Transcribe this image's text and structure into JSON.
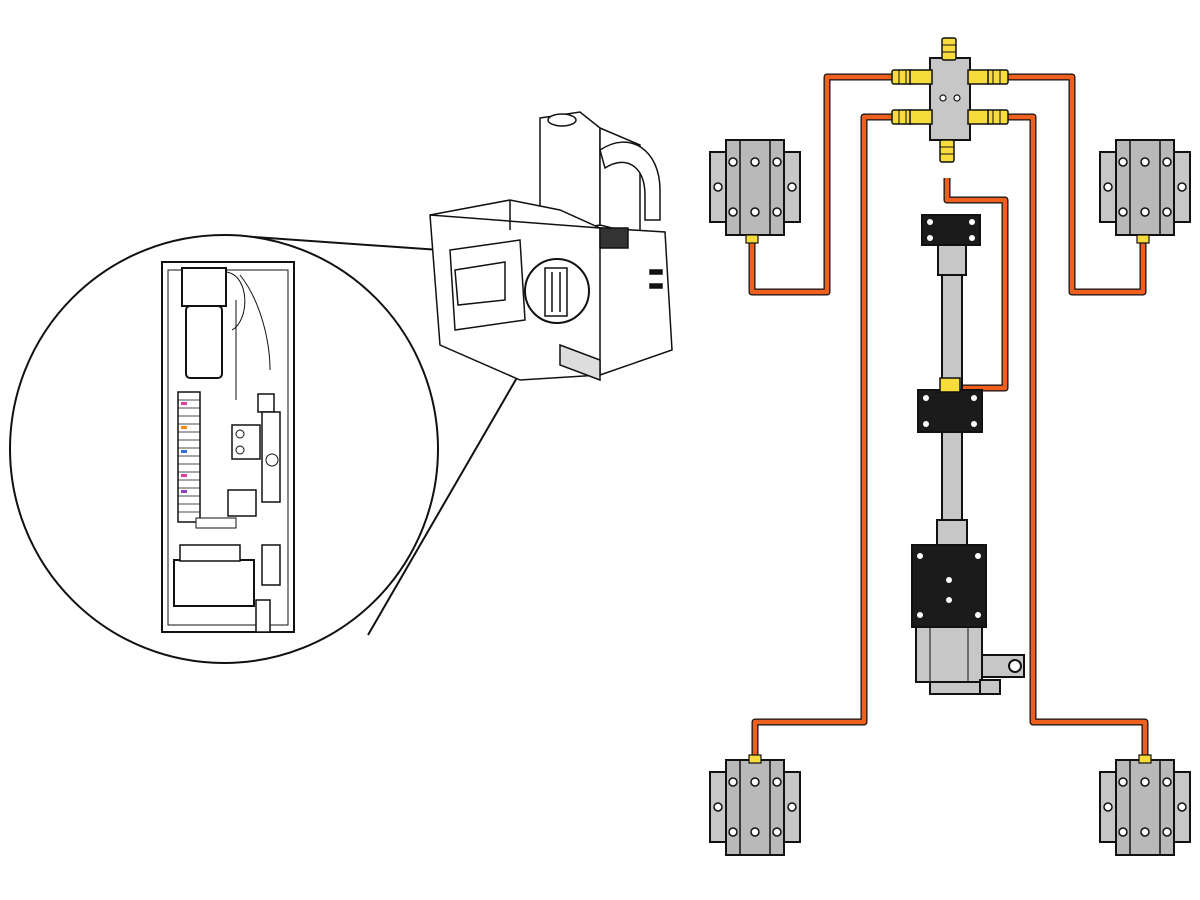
{
  "colors": {
    "tubing": "#ef5f1e",
    "fitting": "#f7dc3c",
    "block": "#c7c7c7",
    "dark_part": "#1b1b1b",
    "outline": "#111111"
  },
  "parts": {
    "corner_blocks": 4,
    "manifold_outlets": 6,
    "ball_screw_nuts": 2
  }
}
